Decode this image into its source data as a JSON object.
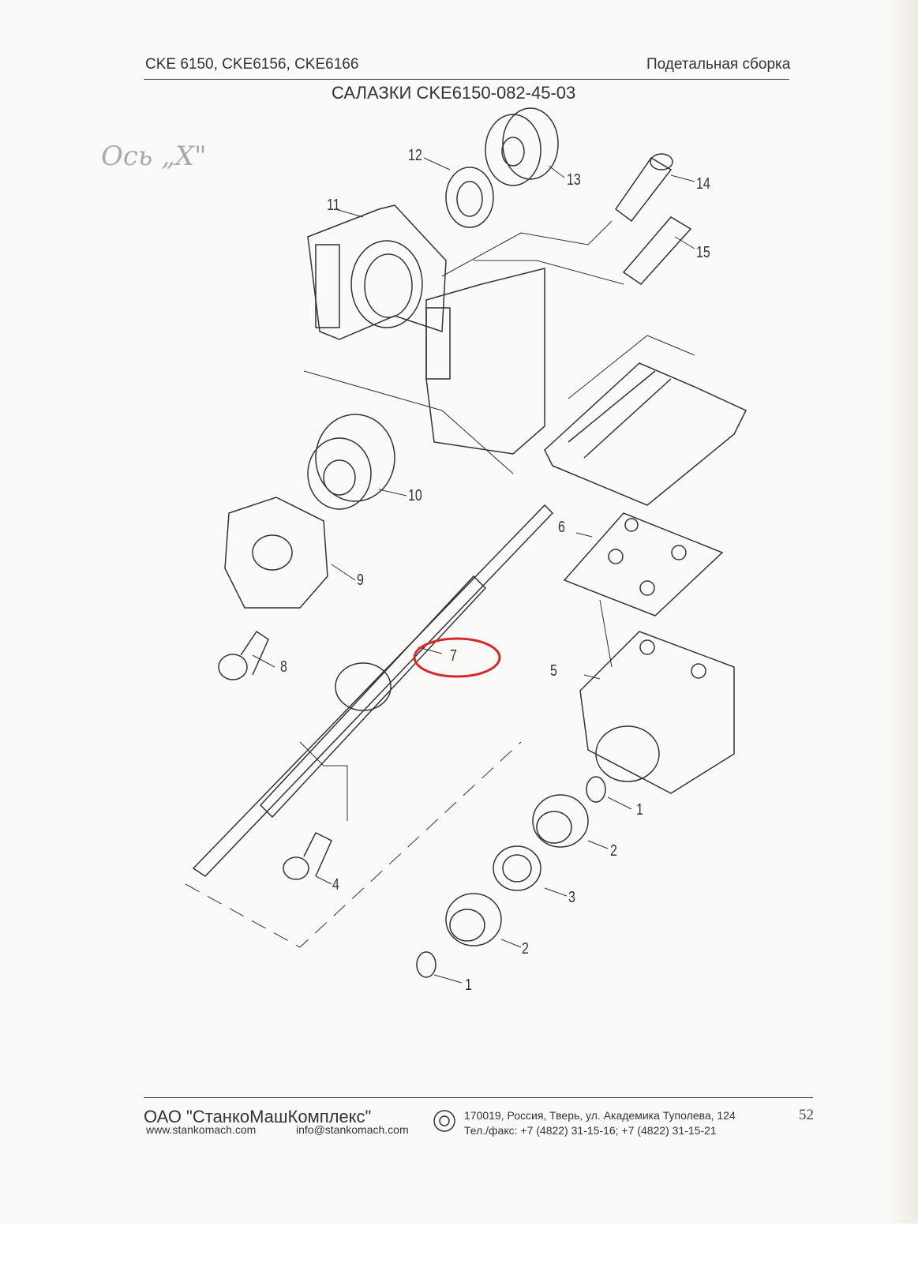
{
  "header": {
    "models": "CKE 6150, CKE6156, CKE6166",
    "section": "Подетальная сборка",
    "title": "САЛАЗКИ CKE6150-082-45-03"
  },
  "handwritten_note": "Ось „X\"",
  "callouts": [
    "12",
    "13",
    "14",
    "11",
    "15",
    "10",
    "6",
    "9",
    "7",
    "8",
    "5",
    "1",
    "2",
    "4",
    "3",
    "2",
    "1"
  ],
  "highlight_color": "#d42a2a",
  "footer": {
    "company": "ОАО \"СтанкоМашКомплекс\"",
    "website": "www.stankomach.com",
    "email": "info@stankomach.com",
    "address": "170019, Россия, Тверь, ул. Академика Туполева, 124",
    "phone": "Тел./факс:  +7 (4822) 31-15-16;   +7 (4822) 31-15-21",
    "page_number": "52"
  }
}
